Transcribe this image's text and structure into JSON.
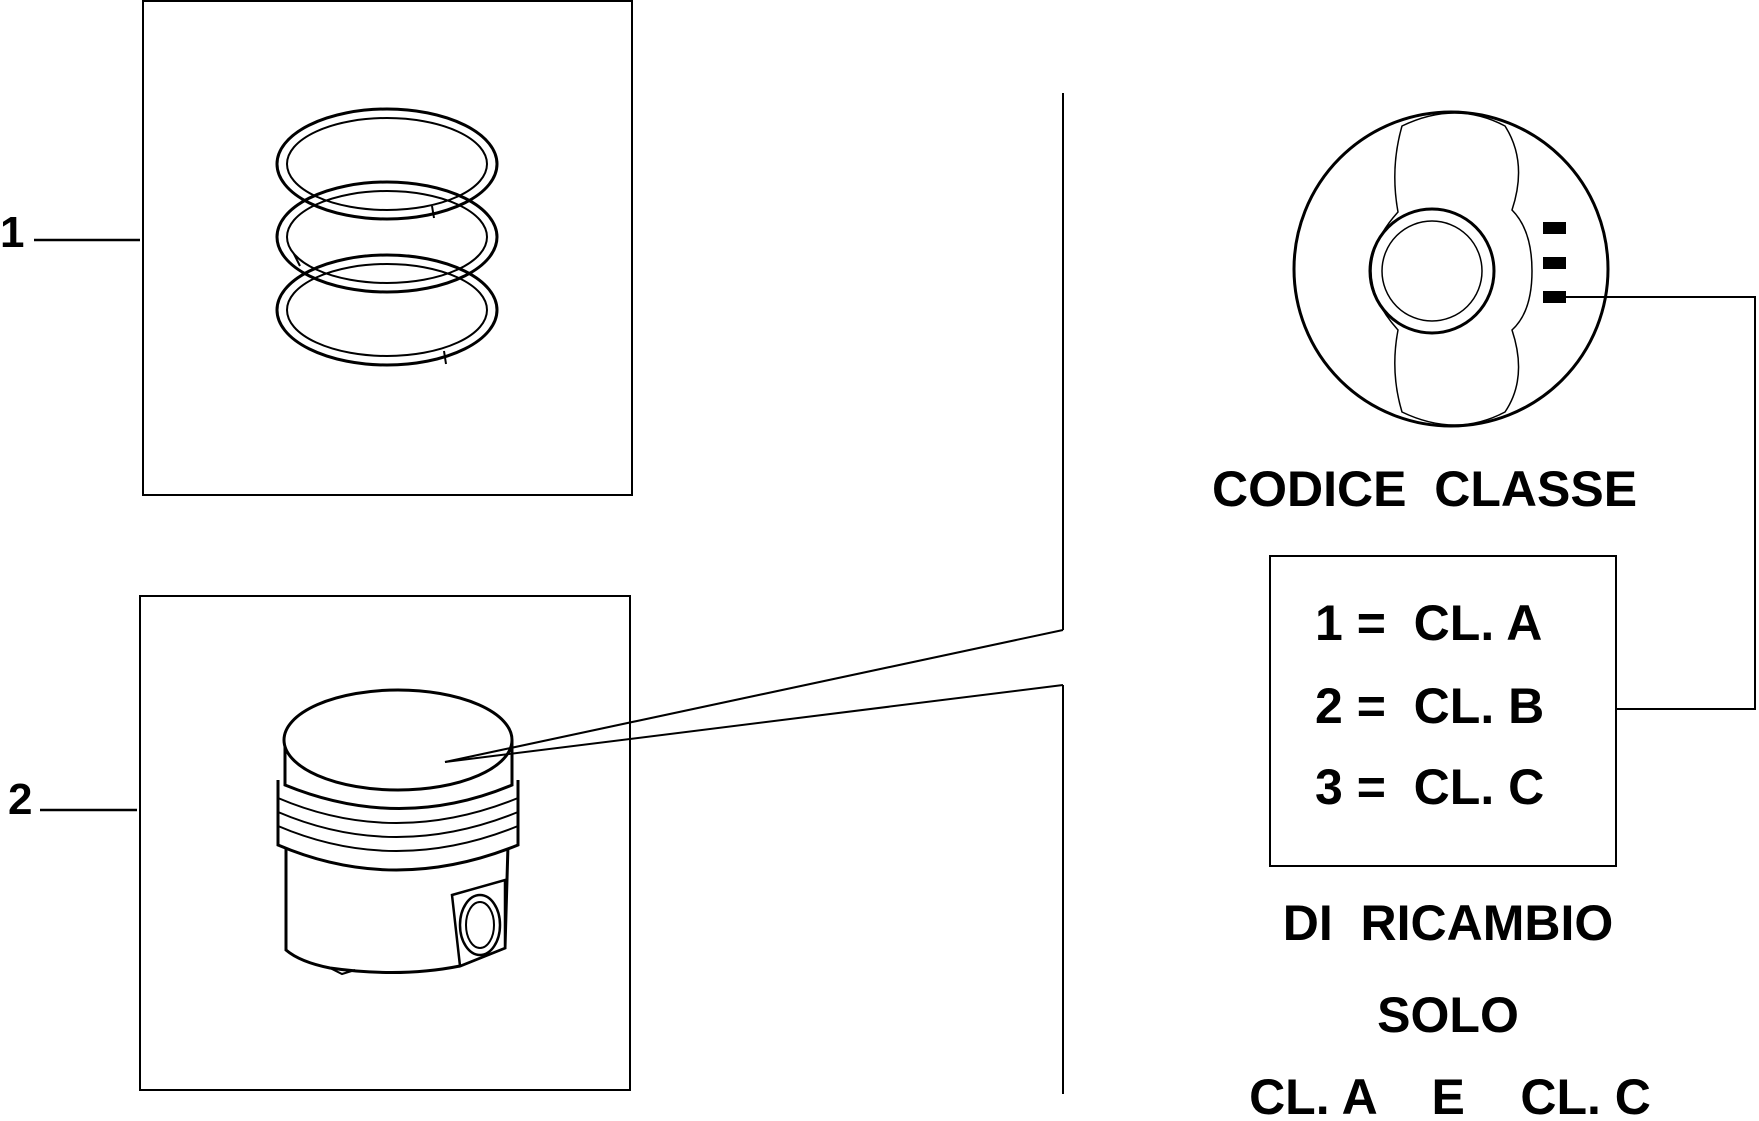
{
  "callouts": [
    {
      "number": "1",
      "part": "piston-rings"
    },
    {
      "number": "2",
      "part": "piston"
    }
  ],
  "class_code": {
    "title": "CODICE  CLASSE",
    "entries": [
      "1 =  CL. A",
      "2 =  CL. B",
      "3 =  CL. C"
    ]
  },
  "spare_note": {
    "line1": "DI  RICAMBIO",
    "line2": "SOLO",
    "line3": "CL. A    E    CL. C"
  },
  "colors": {
    "ink": "#000000",
    "paper": "#ffffff"
  }
}
